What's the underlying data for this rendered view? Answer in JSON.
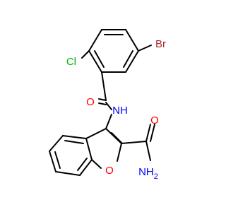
{
  "molecule": {
    "atom_labels": {
      "br": "Br",
      "cl": "Cl",
      "o_amide1": "O",
      "nh": "NH",
      "o_amide2": "O",
      "nh2": "NH",
      "nh2_sub": "2",
      "o_furan": "O"
    },
    "colors": {
      "bond": "#000000",
      "br": "#a52a2a",
      "cl": "#00b400",
      "o": "#ff0000",
      "n": "#0000ff"
    }
  }
}
